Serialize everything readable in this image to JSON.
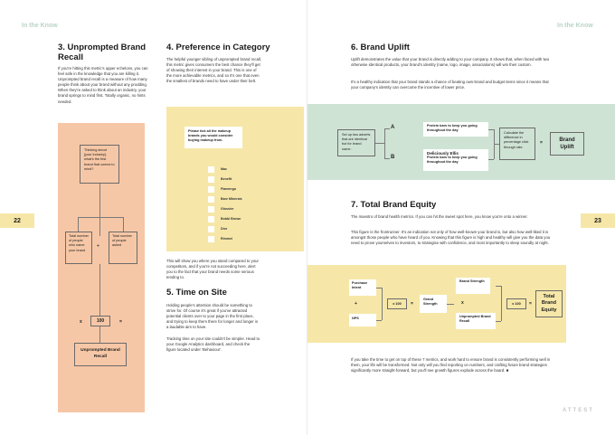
{
  "header": {
    "left_running_title": "In the Know",
    "right_running_title": "In the Know",
    "left_page_number": "22",
    "right_page_number": "23",
    "publisher": "ATTEST"
  },
  "colors": {
    "peach": "#f6c7a6",
    "yellow": "#f6e7a9",
    "green": "#cfe3d5",
    "running_title": "#b9d4c4"
  },
  "s3": {
    "title": "3. Unprompted Brand Recall",
    "body": "If you're hitting this metric's upper echelons, you can feel safe in the knowledge that you are killing it. Unprompted brand recall is a measure of how many people think about your brand without any prodding. When they're asked to think about an industry, your brand springs to mind first. Totally organic, no hints needed.",
    "question": "Thinking about [your industry], what's the first brand that comes to mind?",
    "box_left": "Total number of people who name your brand",
    "plus": "÷",
    "box_right": "Total number of people asked",
    "times": "x",
    "hundred": "100",
    "equals": "=",
    "result": "Unprompted Brand Recall"
  },
  "s4": {
    "title": "4. Preference in Category",
    "body": "The helpful younger sibling of unprompted brand recall, this metric gives consumers the best chance they'll get of showing their interest in your brand. This is one of the more achievable metrics, and so it's one that even the smallest of brands need to have under their belt.",
    "prompt": "Please tick all the makeup brands you would consider buying makeup from.",
    "options": [
      "Mac",
      "Benefit",
      "Flamengo",
      "Bare Minerals",
      "Glossier",
      "Bobbi Brown",
      "Dior",
      "Rimmel"
    ],
    "after": "This will show you where you stand compared to your competitors, and if you're not succeeding here, alert you to the fact that your brand needs some serious tending to."
  },
  "s5": {
    "title": "5. Time on Site",
    "body1": "Holding people's attention should be something to strive for. Of course it's great if you've attracted potential clients over to your page in the first place, and trying to keep them there for longer and longer is a laudable aim to have.",
    "body2": "Tracking time on your site couldn't be simpler. Head to your Google Analytics dashboard, and check the figure located under 'Behaviour'."
  },
  "s6": {
    "title": "6. Brand Uplift",
    "body1": "Uplift demonstrates the value that your brand is directly adding to your company. It shows that, when faced with two otherwise identical products, your brand's identity (name, logo, image, associations) will win their custom.",
    "body2": "It's a healthy indication that your brand stands a chance of beating own-brand and budget items since it means that your company's identity can overcome the incentive of lower price.",
    "setup": "Set up two adverts that are identical but for brand name.",
    "label_a": "A",
    "label_b": "B",
    "ad_a": "Protein bars to keep you going throughout the day",
    "ad_b_brand": "Deliciously Ellis",
    "ad_b": "Protein bars to keep you going throughout the day",
    "calc": "Calculate the difference in percentage click through rate.",
    "equals": "=",
    "result": "Brand Uplift"
  },
  "s7": {
    "title": "7. Total Brand Equity",
    "body1": "The maestro of brand health metrics. If you can hit the sweet spot here, you know you're onto a winner.",
    "body2": "This figure is the frontrunner. It's an indication not only of how well-known your brand is, but also how well-liked it is amongst those people who have heard of you. Knowing that this figure is high and healthy will give you the data you need to prove yourselves to investors, to strategise with confidence, and most importantly to sleep soundly at night.",
    "purchase_intent": "Purchase Intent",
    "plus": "+",
    "nps": "NPS",
    "x100_a": "x 100",
    "equals_a": "=",
    "grand_strength": "Grand Strength",
    "brand_strength": "Brand Strength",
    "times": "x",
    "unprompted": "Unprompted Brand Recall",
    "x100_b": "x 100",
    "equals_b": "=",
    "result": "Total Brand Equity",
    "closing": "If you take the time to get on top of these 7 metrics, and work hard to ensure brand is consistently performing well in them, your life will be transformed. Not only will you find reporting on numbers, and crafting future brand strategies significantly more straight-forward, but you'll see growth figures explode across the board. ■"
  }
}
